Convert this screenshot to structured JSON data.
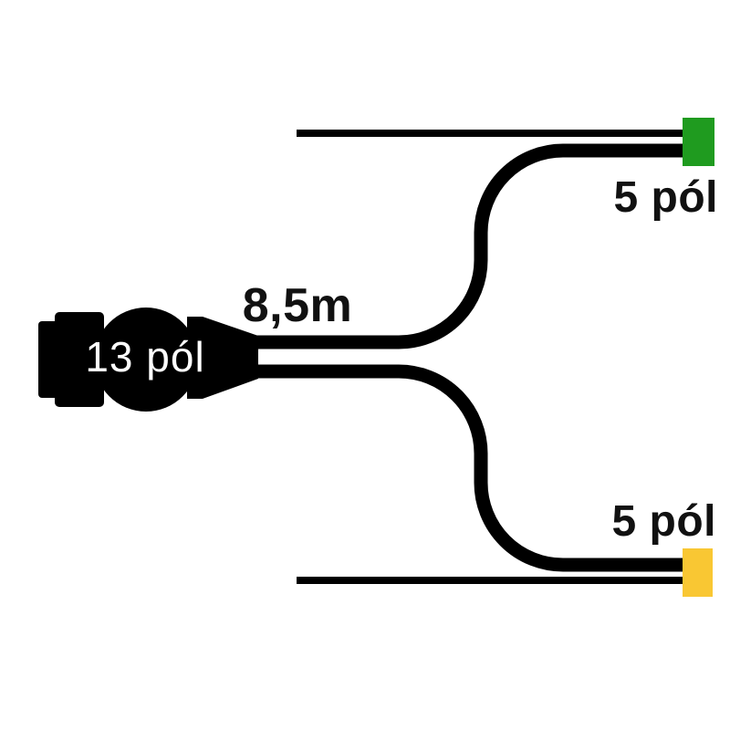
{
  "diagram": {
    "main_connector": {
      "label": "13 pól"
    },
    "cable": {
      "length_label": "8,5m"
    },
    "branch_top": {
      "label": "5 pól"
    },
    "branch_bottom": {
      "label": "5 pól"
    }
  },
  "colors": {
    "cable_black": "#000000",
    "connector_green": "#1f9b1f",
    "connector_yellow": "#f9c733",
    "label_text": "#111111",
    "main_connector_text": "#ffffff"
  }
}
